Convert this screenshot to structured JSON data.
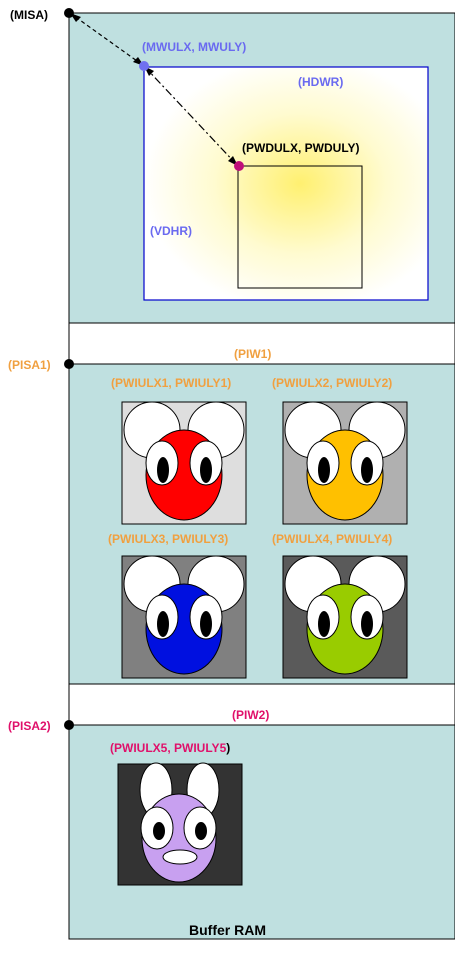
{
  "labels": {
    "misa": "(MISA)",
    "mwul": "(MWULX, MWULY)",
    "hdwr": "(HDWR)",
    "pwdul": "(PWDULX, PWDULY)",
    "vdhr": "(VDHR)",
    "pisa1": "(PISA1)",
    "piw1": "(PIW1)",
    "pwiul1": "(PWIULX1, PWIULY1)",
    "pwiul2": "(PWIULX2, PWIULY2)",
    "pwiul3": "(PWIULX3, PWIULY3)",
    "pwiul4": "(PWIULX4, PWIULY4)",
    "pisa2": "(PISA2)",
    "piw2": "(PIW2)",
    "pwiul5": "(PWIULX5, PWIULY5",
    "pwiul5_close": ")"
  },
  "caption": "Buffer RAM",
  "colors": {
    "region_fill": "#bfe0e0",
    "window_border": "#0000cc",
    "main_label": "#6a6af0",
    "pip_label": "#f0a040",
    "pip2_label": "#e0106a",
    "marker_blue": "#7070f0",
    "marker_magenta": "#c0107a",
    "face_red": "#ff0000",
    "face_yellow": "#ffc000",
    "face_blue": "#0010e0",
    "face_green": "#99cc00",
    "face_lavender": "#c8a0f0"
  }
}
